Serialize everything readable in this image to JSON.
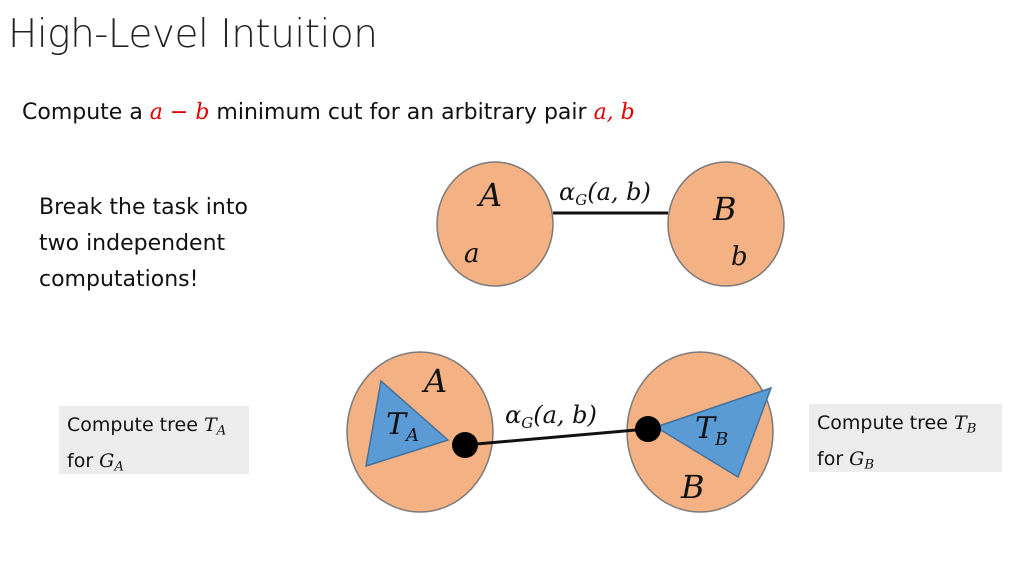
{
  "title": "High-Level Intuition",
  "subtitle": {
    "prefix": "Compute a ",
    "cut_a": "a",
    "cut_dash": " − ",
    "cut_b": "b",
    "middle": " minimum cut for an arbitrary pair ",
    "pair": "a, b"
  },
  "note": {
    "line1": "Break the task into",
    "line2": "two independent",
    "line3": "computations!"
  },
  "top_diagram": {
    "node_A_label": "A",
    "node_A_vertex": "a",
    "node_B_label": "B",
    "node_B_vertex": "b",
    "edge_label": "α",
    "edge_label_sub": "G",
    "edge_label_args": "(a, b)"
  },
  "bottom_diagram": {
    "node_A_label": "A",
    "tree_A_label": "T",
    "tree_A_sub": "A",
    "node_B_label": "B",
    "tree_B_label": "T",
    "tree_B_sub": "B",
    "edge_label": "α",
    "edge_label_sub": "G",
    "edge_label_args": "(a, b)"
  },
  "box_left": {
    "line1_text": "Compute tree ",
    "line1_var": "T",
    "line1_sub": "A",
    "line2_text": "for ",
    "line2_var": "G",
    "line2_sub": "A"
  },
  "box_right": {
    "line1_text": "Compute tree ",
    "line1_var": "T",
    "line1_sub": "B",
    "line2_text": "for ",
    "line2_var": "G",
    "line2_sub": "B"
  },
  "colors": {
    "node_fill": "#f4b183",
    "node_stroke": "#7a7a7a",
    "tree_fill": "#5b9bd5",
    "tree_stroke": "#41719c",
    "highlight": "#e00000",
    "box_bg": "#ececec"
  }
}
